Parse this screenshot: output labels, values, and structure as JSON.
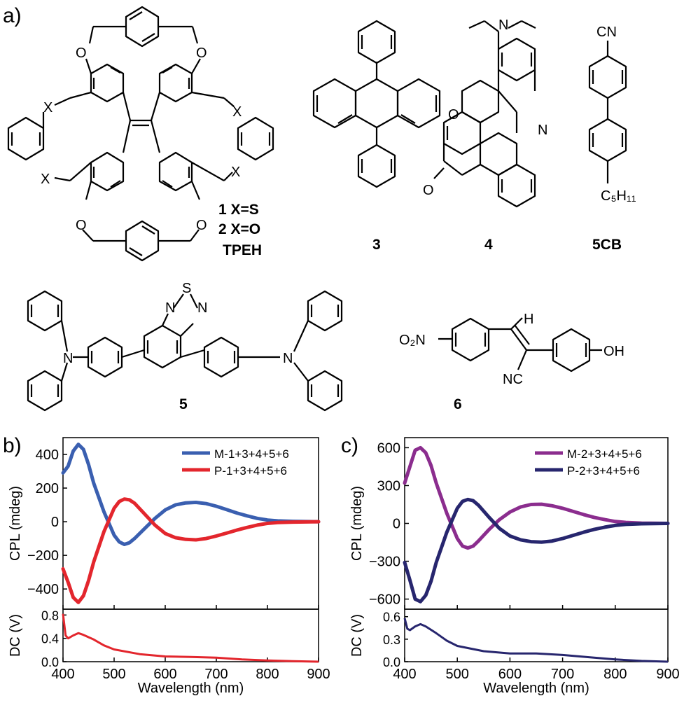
{
  "panels": {
    "a": "a)",
    "b": "b)",
    "c": "c)"
  },
  "compounds": {
    "c1": "1 X=S",
    "c2": "2 X=O",
    "tpeh": "TPEH",
    "c3": "3",
    "c4": "4",
    "c5cb": "5CB",
    "c5": "5",
    "c6": "6"
  },
  "atom_labels": {
    "O": "O",
    "X": "X",
    "N": "N",
    "S": "S",
    "H": "H",
    "CN": "CN",
    "NC": "NC",
    "OH": "OH",
    "O2N": "O₂N",
    "C5H11": "C₅H₁₁"
  },
  "colors": {
    "M1": "#3a5fb0",
    "P1": "#e3262d",
    "M2": "#8b2d8e",
    "P2": "#27266e",
    "axis": "#000000"
  },
  "chart_data": [
    {
      "type": "line",
      "panel": "b",
      "xlabel": "Wavelength (nm)",
      "xlim": [
        400,
        900
      ],
      "xticks": [
        400,
        500,
        600,
        700,
        800,
        900
      ],
      "top": {
        "ylabel": "CPL (mdeg)",
        "ylim": [
          -520,
          500
        ],
        "yticks": [
          -400,
          -200,
          0,
          200,
          400
        ],
        "legend": "top-right",
        "series": [
          {
            "name": "M-1+3+4+5+6",
            "color": "#3a5fb0",
            "x": [
              400,
              410,
              420,
              430,
              440,
              450,
              460,
              480,
              500,
              510,
              520,
              530,
              540,
              560,
              580,
              600,
              620,
              640,
              660,
              680,
              700,
              720,
              740,
              760,
              780,
              800,
              820,
              850,
              900
            ],
            "y": [
              290,
              330,
              420,
              460,
              430,
              340,
              230,
              60,
              -80,
              -120,
              -135,
              -125,
              -100,
              -40,
              20,
              70,
              100,
              112,
              115,
              108,
              92,
              72,
              52,
              35,
              20,
              10,
              5,
              2,
              0
            ]
          },
          {
            "name": "P-1+3+4+5+6",
            "color": "#e3262d",
            "x": [
              400,
              410,
              420,
              430,
              440,
              450,
              460,
              480,
              500,
              510,
              520,
              530,
              540,
              560,
              580,
              600,
              620,
              640,
              660,
              680,
              700,
              720,
              740,
              760,
              780,
              800,
              820,
              850,
              900
            ],
            "y": [
              -280,
              -360,
              -450,
              -480,
              -440,
              -350,
              -240,
              -60,
              80,
              120,
              135,
              130,
              110,
              45,
              -20,
              -70,
              -95,
              -105,
              -108,
              -100,
              -85,
              -68,
              -50,
              -34,
              -20,
              -10,
              -5,
              -2,
              0
            ]
          }
        ]
      },
      "bottom": {
        "ylabel": "DC (V)",
        "ylim": [
          0,
          0.9
        ],
        "yticks": [
          0.0,
          0.4,
          0.8
        ],
        "ytick_labels": [
          "0.0",
          "0.4",
          "0.8"
        ],
        "series": [
          {
            "name": "",
            "color": "#e3262d",
            "x": [
              400,
              405,
              410,
              420,
              430,
              440,
              460,
              480,
              500,
              550,
              600,
              650,
              700,
              750,
              800,
              850,
              900
            ],
            "y": [
              0.82,
              0.45,
              0.4,
              0.45,
              0.49,
              0.46,
              0.38,
              0.28,
              0.21,
              0.13,
              0.09,
              0.08,
              0.07,
              0.04,
              0.02,
              0.01,
              0.0
            ]
          }
        ]
      }
    },
    {
      "type": "line",
      "panel": "c",
      "xlabel": "Wavelength (nm)",
      "xlim": [
        400,
        900
      ],
      "xticks": [
        400,
        500,
        600,
        700,
        800,
        900
      ],
      "top": {
        "ylabel": "CPL (mdeg)",
        "ylim": [
          -680,
          680
        ],
        "yticks": [
          -600,
          -300,
          0,
          300,
          600
        ],
        "legend": "top-right",
        "series": [
          {
            "name": "M-2+3+4+5+6",
            "color": "#8b2d8e",
            "x": [
              400,
              410,
              420,
              430,
              440,
              450,
              460,
              480,
              500,
              510,
              520,
              530,
              540,
              560,
              580,
              600,
              620,
              640,
              660,
              680,
              700,
              720,
              740,
              760,
              780,
              800,
              820,
              850,
              900
            ],
            "y": [
              320,
              450,
              580,
              600,
              560,
              460,
              320,
              80,
              -120,
              -180,
              -195,
              -180,
              -140,
              -50,
              30,
              90,
              130,
              150,
              152,
              140,
              120,
              95,
              70,
              48,
              30,
              15,
              8,
              2,
              0
            ]
          },
          {
            "name": "P-2+3+4+5+6",
            "color": "#27266e",
            "x": [
              400,
              410,
              420,
              430,
              440,
              450,
              460,
              480,
              500,
              510,
              520,
              530,
              540,
              560,
              580,
              600,
              620,
              640,
              660,
              680,
              700,
              720,
              740,
              760,
              780,
              800,
              820,
              850,
              900
            ],
            "y": [
              -310,
              -450,
              -600,
              -620,
              -570,
              -460,
              -310,
              -70,
              120,
              175,
              190,
              180,
              145,
              50,
              -40,
              -100,
              -130,
              -145,
              -148,
              -140,
              -120,
              -95,
              -70,
              -48,
              -30,
              -16,
              -8,
              -3,
              0
            ]
          }
        ]
      },
      "bottom": {
        "ylabel": "DC (V)",
        "ylim": [
          0,
          0.7
        ],
        "yticks": [
          0.0,
          0.3,
          0.6
        ],
        "ytick_labels": [
          "0.0",
          "0.3",
          "0.6"
        ],
        "series": [
          {
            "name": "",
            "color": "#27266e",
            "x": [
              400,
              405,
              410,
              420,
              430,
              440,
              460,
              480,
              500,
              550,
              600,
              650,
              700,
              750,
              800,
              850,
              900
            ],
            "y": [
              0.58,
              0.44,
              0.42,
              0.47,
              0.5,
              0.47,
              0.38,
              0.28,
              0.21,
              0.14,
              0.11,
              0.11,
              0.09,
              0.06,
              0.03,
              0.01,
              0.0
            ]
          }
        ]
      }
    }
  ]
}
